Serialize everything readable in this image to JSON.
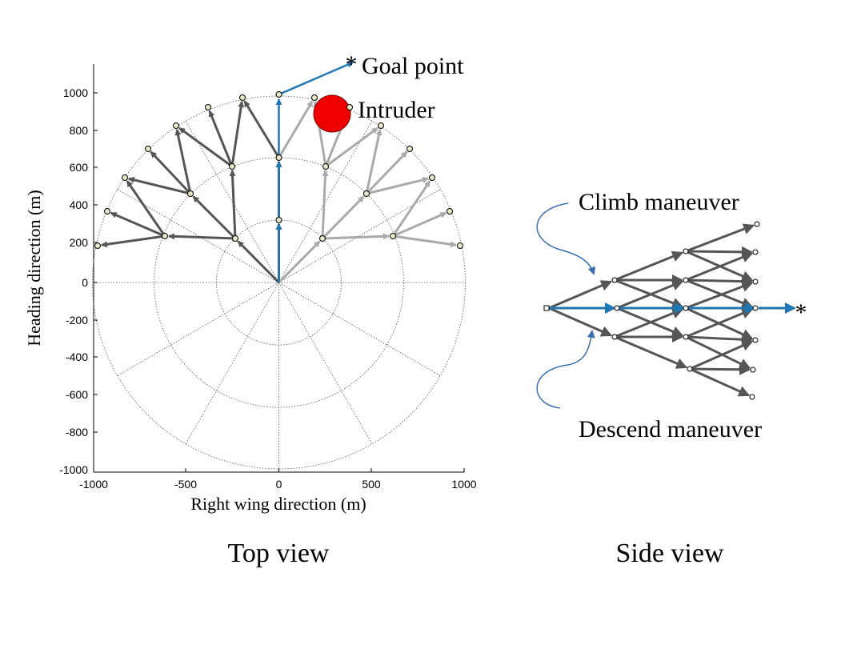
{
  "top_view": {
    "xlabel": "Right wing direction (m)",
    "ylabel": "Heading direction (m)",
    "x_ticks": [
      "-1000",
      "-500",
      "0",
      "500",
      "1000"
    ],
    "y_ticks": [
      "1000",
      "800",
      "600",
      "400",
      "200",
      "0",
      "-200",
      "-400",
      "-600",
      "-800",
      "-1000"
    ],
    "goal_label": "Goal point",
    "intruder_label": "Intruder",
    "caption": "Top view",
    "colors": {
      "path": "#1f77b4",
      "dark": "#555555",
      "light": "#aaaaaa",
      "intruder": "#ee0000"
    }
  },
  "side_view": {
    "climb_label": "Climb maneuver",
    "descend_label": "Descend maneuver",
    "goal_marker": "*",
    "caption": "Side view"
  }
}
